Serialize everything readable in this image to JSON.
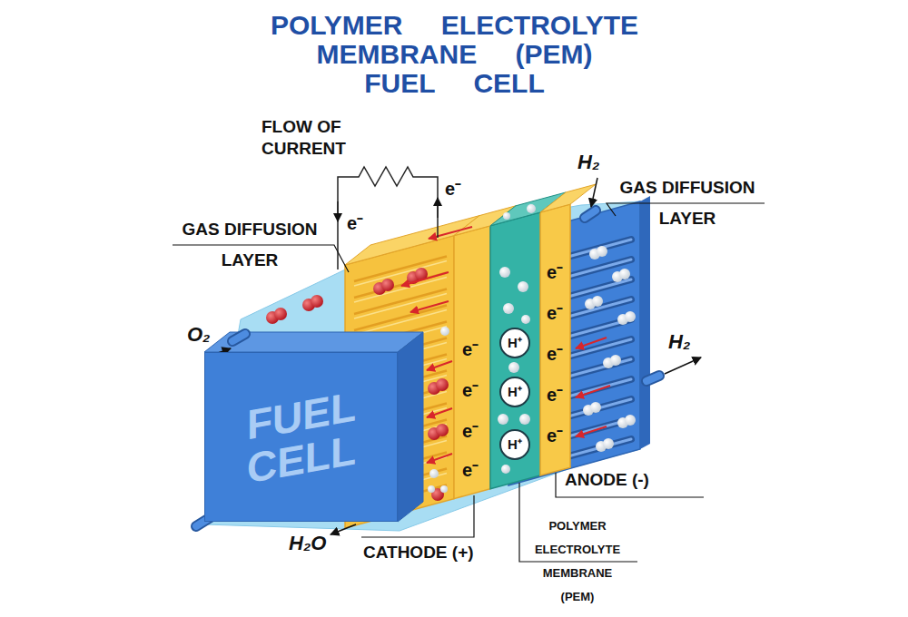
{
  "diagram": {
    "title": "POLYMER ELECTROLYTE MEMBRANE (PEM) FUEL CELL",
    "nodes": [
      {
        "text": [
          "H⁺"
        ]
      },
      {
        "text": [
          "H⁺"
        ]
      },
      {
        "text": [
          "H⁺"
        ]
      },
      {
        "text": [
          "FUEL CELL"
        ]
      }
    ],
    "labels": [
      "FLOW OF CURRENT",
      "e⁻",
      "e⁻",
      "GAS DIFFUSION LAYER",
      "GAS DIFFUSION LAYER",
      "H₂",
      "O₂",
      "H₂",
      "e⁻",
      "e⁻",
      "e⁻",
      "e⁻",
      "e⁻",
      "e⁻",
      "e⁻",
      "e⁻",
      "e⁻",
      "ANODE (-)",
      "H₂O",
      "CATHODE (+)",
      "POLYMER ELECTROLYTE MEMBRANE (PEM)"
    ]
  }
}
